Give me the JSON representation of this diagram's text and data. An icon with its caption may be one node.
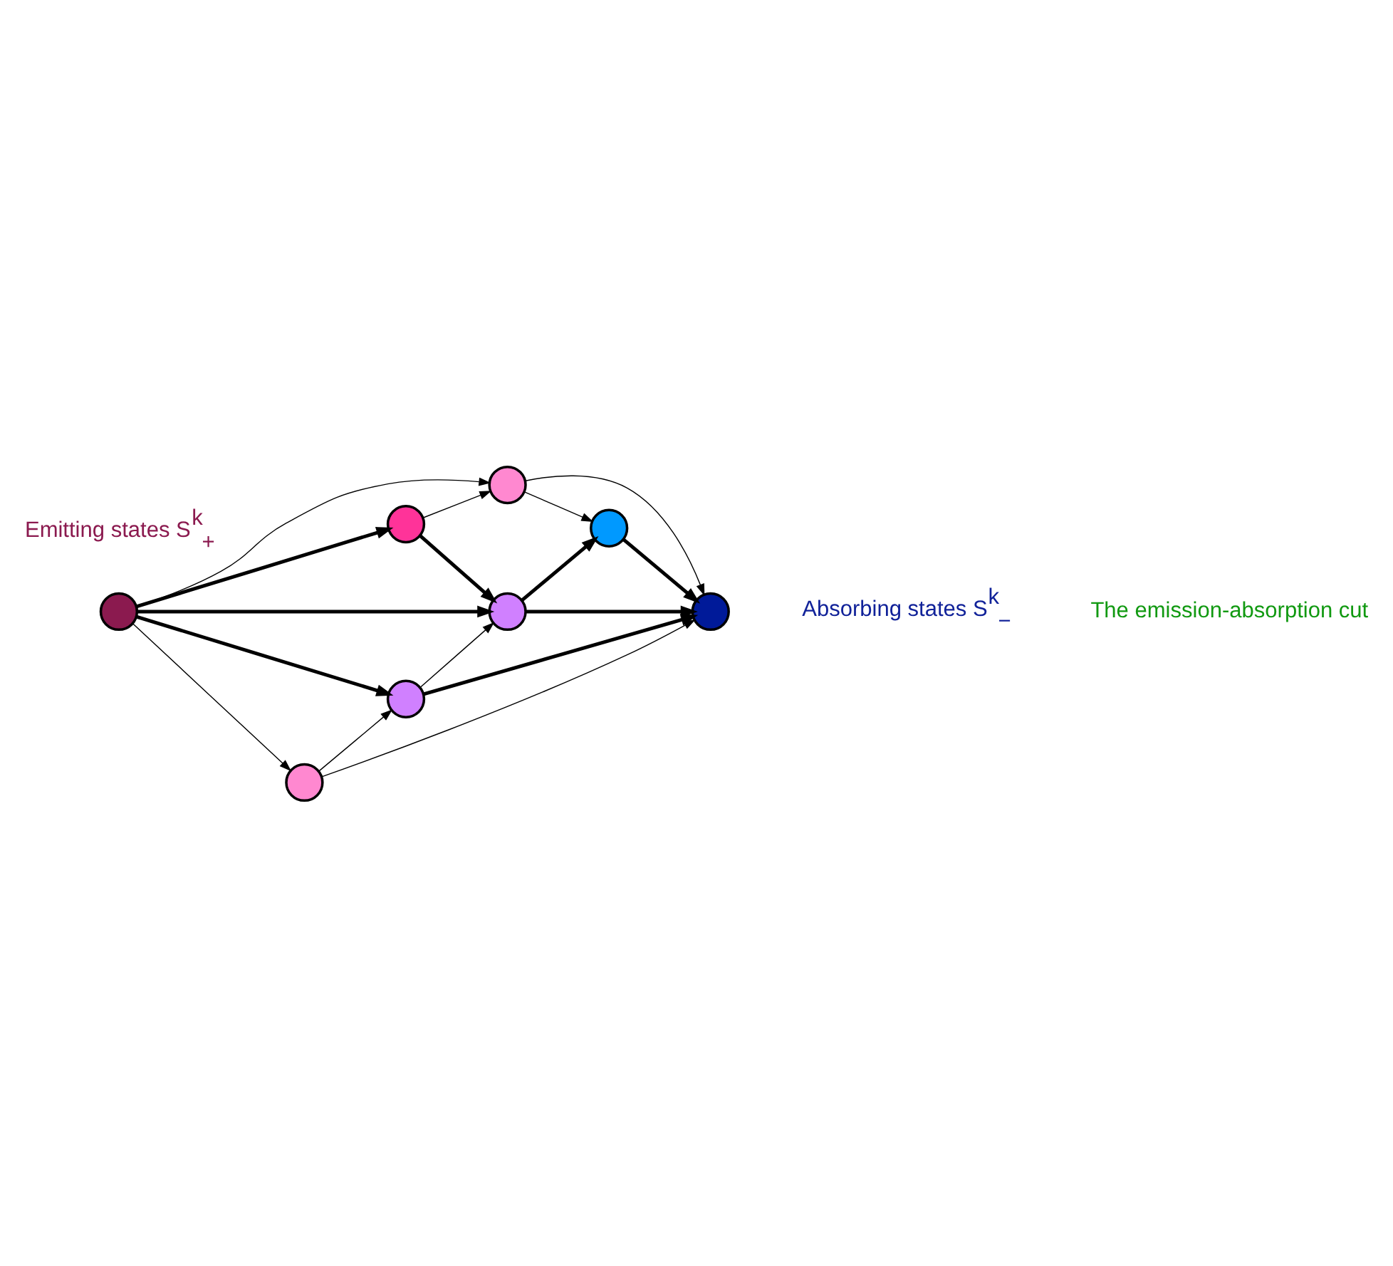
{
  "diagram": {
    "nodes": [
      {
        "text": [],
        "shape": "circle"
      },
      {
        "text": [],
        "shape": "circle"
      },
      {
        "text": [],
        "shape": "circle"
      },
      {
        "text": [],
        "shape": "circle"
      },
      {
        "text": [],
        "shape": "circle"
      },
      {
        "text": [],
        "shape": "circle"
      },
      {
        "text": [],
        "shape": "circle"
      },
      {
        "text": [],
        "shape": "circle"
      }
    ],
    "edges": [
      {
        "from": 0,
        "to": 1,
        "arrow": "to"
      },
      {
        "from": 0,
        "to": 2,
        "arrow": "to",
        "style": "thick"
      },
      {
        "from": 0,
        "to": 3,
        "arrow": "to",
        "style": "thick"
      },
      {
        "from": 0,
        "to": 6,
        "arrow": "to",
        "style": "thick"
      },
      {
        "from": 0,
        "to": 7,
        "arrow": "to"
      },
      {
        "from": 2,
        "to": 1,
        "arrow": "to"
      },
      {
        "from": 2,
        "to": 3,
        "arrow": "to",
        "style": "thick"
      },
      {
        "from": 1,
        "to": 4,
        "arrow": "to"
      },
      {
        "from": 1,
        "to": 5,
        "arrow": "to"
      },
      {
        "from": 3,
        "to": 4,
        "arrow": "to",
        "style": "thick"
      },
      {
        "from": 4,
        "to": 5,
        "arrow": "to",
        "style": "thick"
      },
      {
        "from": 3,
        "to": 5,
        "arrow": "to",
        "style": "thick"
      },
      {
        "from": 6,
        "to": 3,
        "arrow": "to"
      },
      {
        "from": 6,
        "to": 5,
        "arrow": "to",
        "style": "thick"
      },
      {
        "from": 7,
        "to": 6,
        "arrow": "to"
      },
      {
        "from": 7,
        "to": 5,
        "arrow": "to"
      }
    ],
    "labels": [
      "The emission-absorption cut",
      "Absorbing states S$^{k}$$_{−}$",
      "Emitting states S$^{k}$$_{+}$"
    ]
  }
}
